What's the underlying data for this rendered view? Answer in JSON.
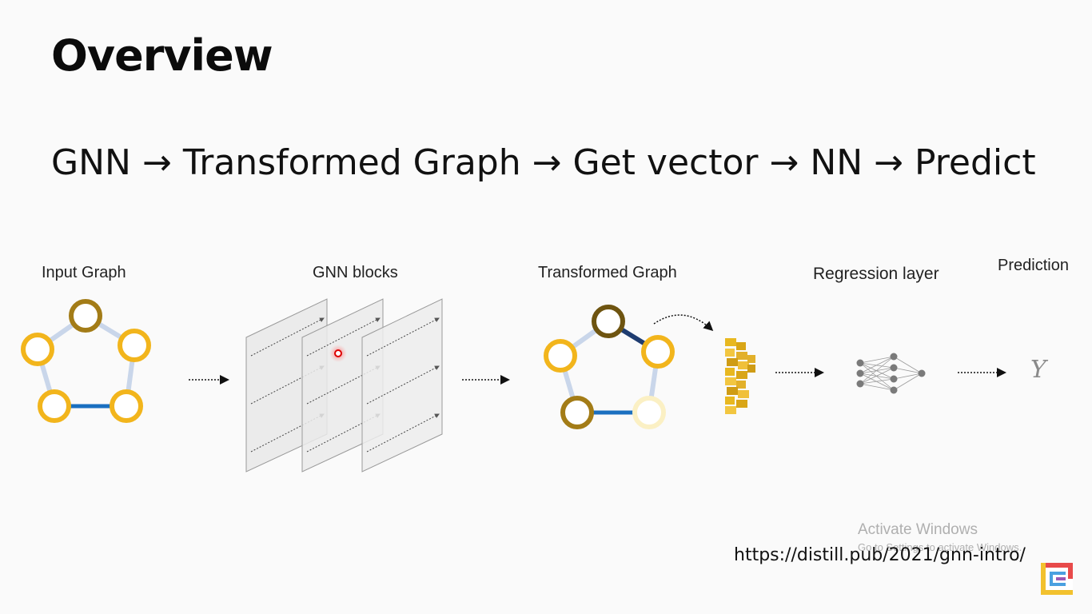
{
  "slide": {
    "title": "Overview",
    "pipeline": [
      "GNN",
      "Transformed Graph",
      "Get vector",
      "NN",
      "Predict"
    ],
    "arrow": "→"
  },
  "diagram": {
    "labels": {
      "input_graph": "Input Graph",
      "gnn_blocks": "GNN blocks",
      "transformed_graph": "Transformed Graph",
      "regression_layer": "Regression layer",
      "prediction": "Prediction"
    },
    "output_symbol": "Y"
  },
  "footer": {
    "url": "https://distill.pub/2021/gnn-intro/"
  },
  "watermark": {
    "line1": "Activate Windows",
    "line2": "Go to Settings to activate Windows."
  },
  "colors": {
    "node_yellow": "#f2b51c",
    "node_dark": "#a37c17",
    "edge_blue": "#1a6fc0",
    "edge_light": "#c9d6ea"
  }
}
